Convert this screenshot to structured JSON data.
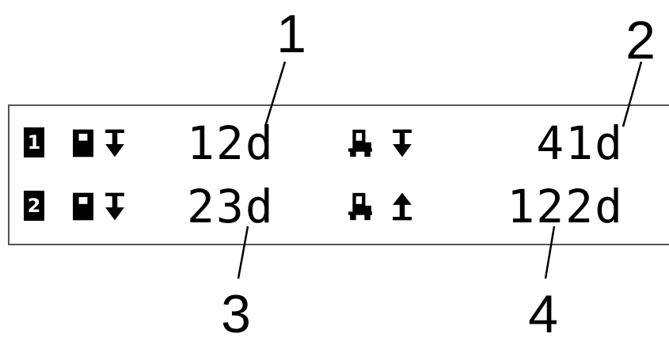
{
  "callouts": [
    "1",
    "2",
    "3",
    "4"
  ],
  "rows": [
    {
      "index": "1",
      "left_icons": [
        "card-icon",
        "arrow-down-icon"
      ],
      "left_value": "12d",
      "right_icons": [
        "vehicle-icon",
        "arrow-down-icon"
      ],
      "right_value": "41d"
    },
    {
      "index": "2",
      "left_icons": [
        "card-icon",
        "arrow-down-icon"
      ],
      "left_value": "23d",
      "right_icons": [
        "vehicle-icon",
        "arrow-up-icon"
      ],
      "right_value": "122d"
    }
  ],
  "colors": {
    "foreground": "#000000",
    "background": "#ffffff",
    "border": "#555555"
  }
}
